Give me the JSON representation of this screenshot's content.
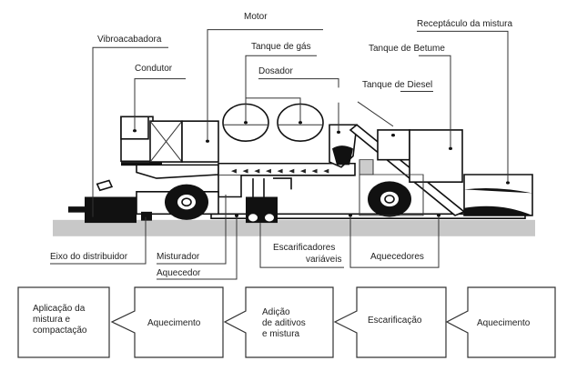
{
  "labels": {
    "motor": "Motor",
    "vibroacabadora": "Vibroacabadora",
    "condutor": "Condutor",
    "tanque_gas": "Tanque de gás",
    "dosador": "Dosador",
    "tanque_betume": "Tanque de Betume",
    "tanque_diesel": "Tanque de Diesel",
    "receptaculo": "Receptáculo da mistura",
    "eixo": "Eixo do distribuidor",
    "misturador": "Misturador",
    "aquecedor": "Aquecedor",
    "escarificadores_1": "Escarificadores",
    "escarificadores_2": "variáveis",
    "aquecedores": "Aquecedores"
  },
  "steps": [
    {
      "lines": [
        "Aplicação da",
        "mistura e",
        "compactação"
      ]
    },
    {
      "lines": [
        "Aquecimento"
      ]
    },
    {
      "lines": [
        "Adição",
        "de aditivos",
        "e mistura"
      ]
    },
    {
      "lines": [
        "Escarificação"
      ]
    },
    {
      "lines": [
        "Aquecimento"
      ]
    }
  ]
}
